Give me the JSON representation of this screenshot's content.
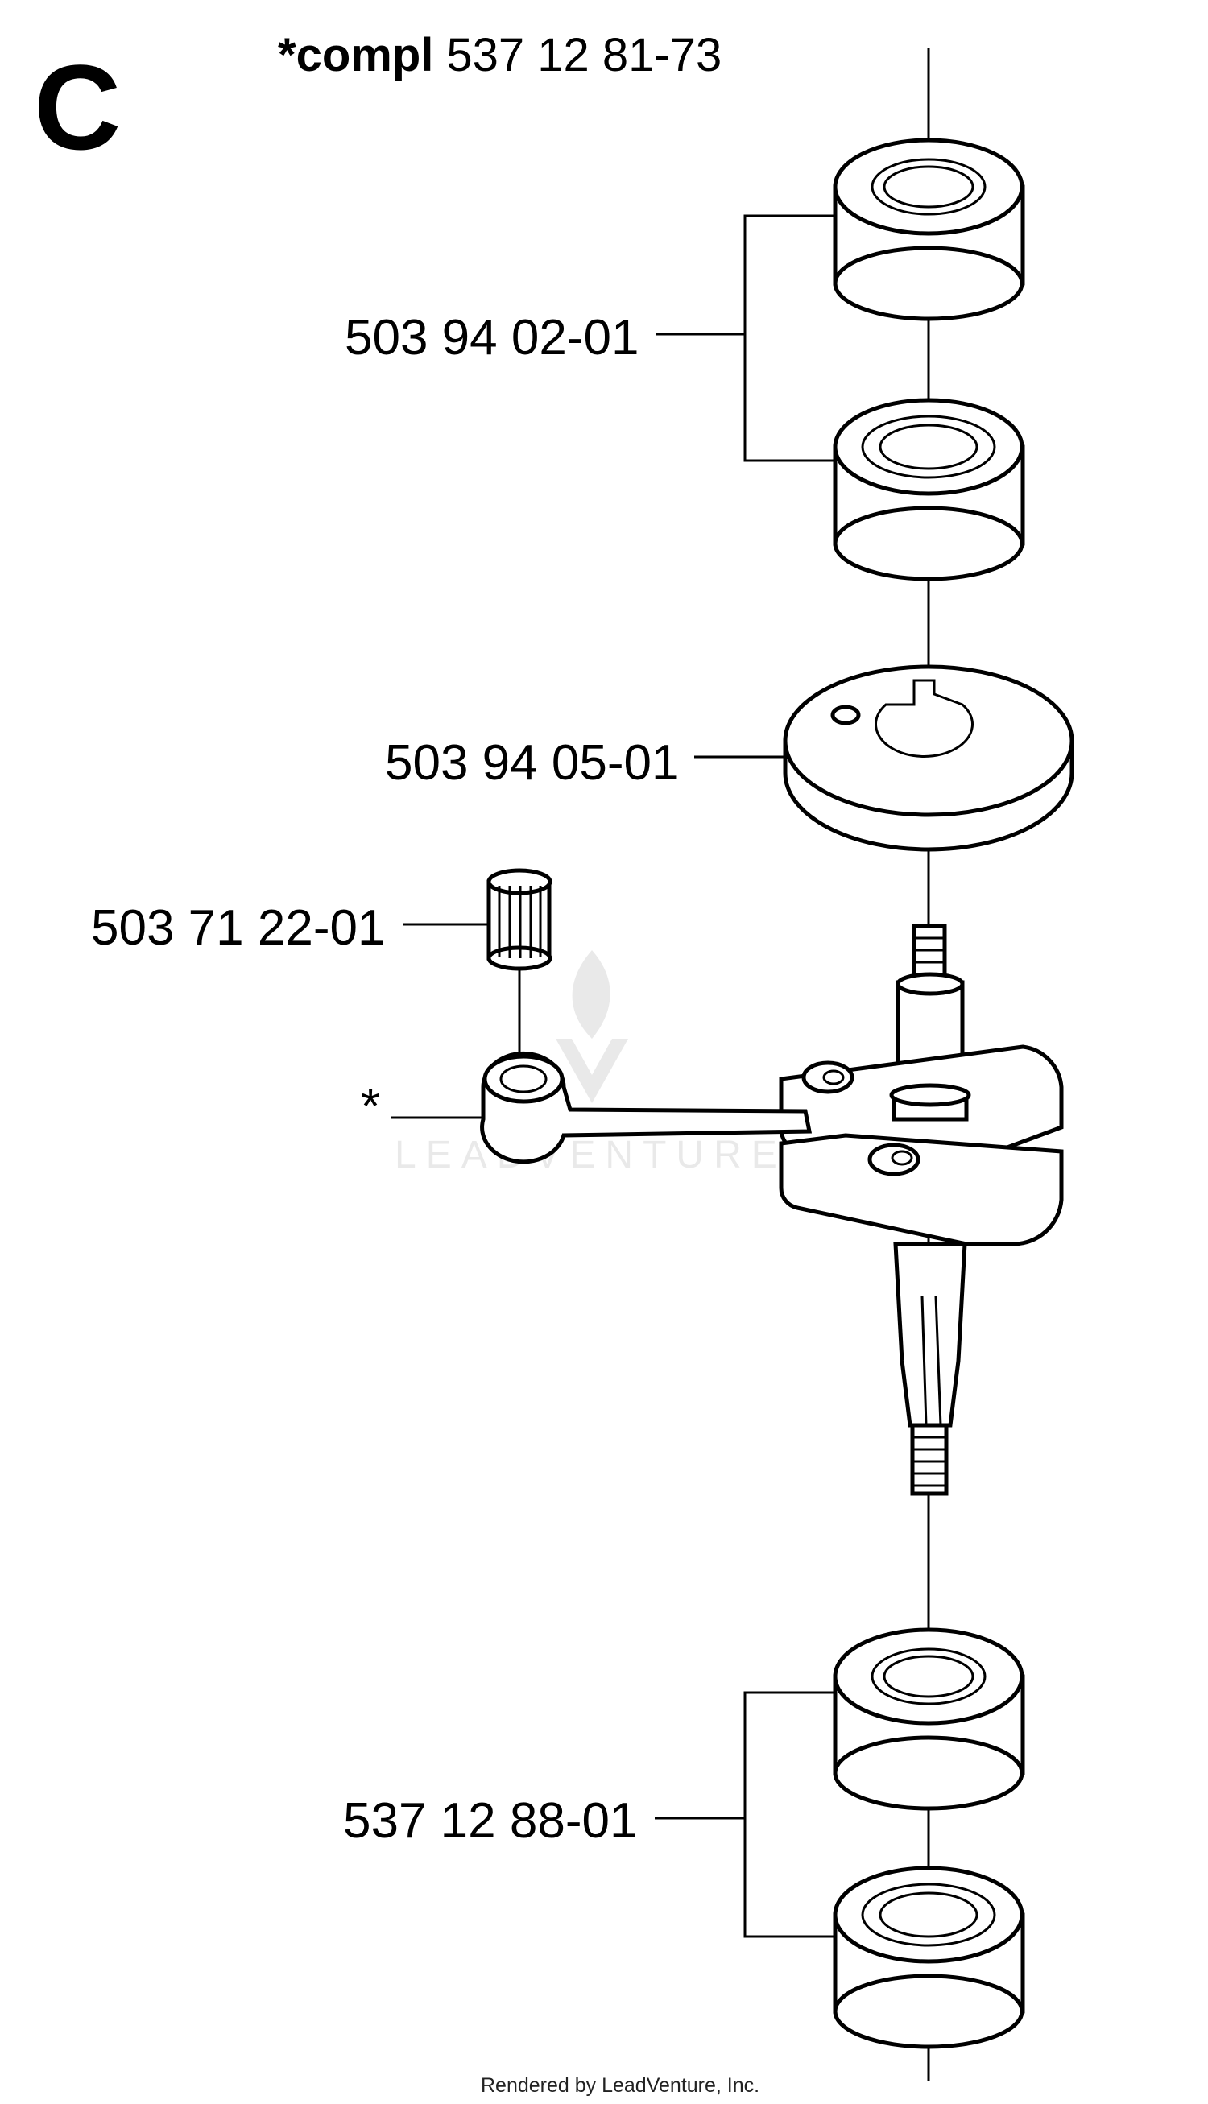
{
  "section_letter": "C",
  "assembly": {
    "prefix": "*compl",
    "number": "537 12 81-73"
  },
  "parts": [
    {
      "id": "bearing-upper",
      "label": "503 94 02-01"
    },
    {
      "id": "seal-ring",
      "label": "503 94 05-01"
    },
    {
      "id": "needle-bearing",
      "label": "503 71 22-01"
    },
    {
      "id": "connecting-rod",
      "label": "*"
    },
    {
      "id": "bearing-lower",
      "label": "537 12 88-01"
    }
  ],
  "watermark": "LEADVENTURE",
  "footer": "Rendered by LeadVenture, Inc."
}
